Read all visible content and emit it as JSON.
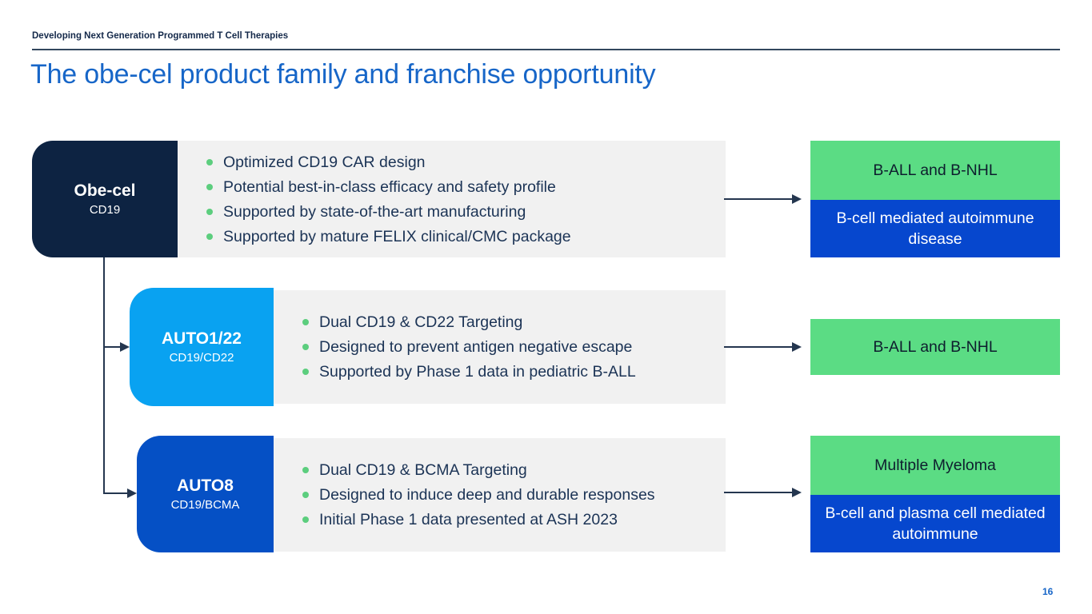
{
  "header": {
    "eyebrow": "Developing Next Generation Programmed T Cell Therapies",
    "title": "The obe-cel product family and franchise opportunity"
  },
  "footer": {
    "page_number": "16"
  },
  "colors": {
    "navy_box": "#0D2342",
    "bright_blue_box": "#09A2F1",
    "royal_blue_box": "#0550C5",
    "indication_blue": "#0647CE",
    "indication_green": "#5BDC84",
    "panel_gray": "#F1F1F1",
    "bullet_green": "#5CCE7E",
    "body_text_navy": "#1B3355",
    "title_blue": "#1766C8",
    "connector": "#24364F"
  },
  "rows": [
    {
      "product": {
        "name": "Obe-cel",
        "target": "CD19"
      },
      "bullets": [
        "Optimized CD19 CAR design",
        "Potential best-in-class efficacy and safety profile",
        "Supported by state-of-the-art manufacturing",
        "Supported by mature FELIX clinical/CMC package"
      ],
      "indications": [
        {
          "label": "B-ALL and B-NHL",
          "style": "green"
        },
        {
          "label": "B-cell mediated autoimmune disease",
          "style": "blue"
        }
      ]
    },
    {
      "product": {
        "name": "AUTO1/22",
        "target": "CD19/CD22"
      },
      "bullets": [
        "Dual CD19 & CD22 Targeting",
        "Designed to prevent antigen negative escape",
        "Supported by Phase 1 data in pediatric B-ALL"
      ],
      "indications": [
        {
          "label": "B-ALL and B-NHL",
          "style": "green"
        }
      ]
    },
    {
      "product": {
        "name": "AUTO8",
        "target": "CD19/BCMA"
      },
      "bullets": [
        "Dual CD19 & BCMA Targeting",
        "Designed to induce deep and durable responses",
        "Initial Phase 1 data presented at ASH 2023"
      ],
      "indications": [
        {
          "label": "Multiple Myeloma",
          "style": "green"
        },
        {
          "label": "B-cell and plasma cell mediated autoimmune",
          "style": "blue"
        }
      ]
    }
  ]
}
